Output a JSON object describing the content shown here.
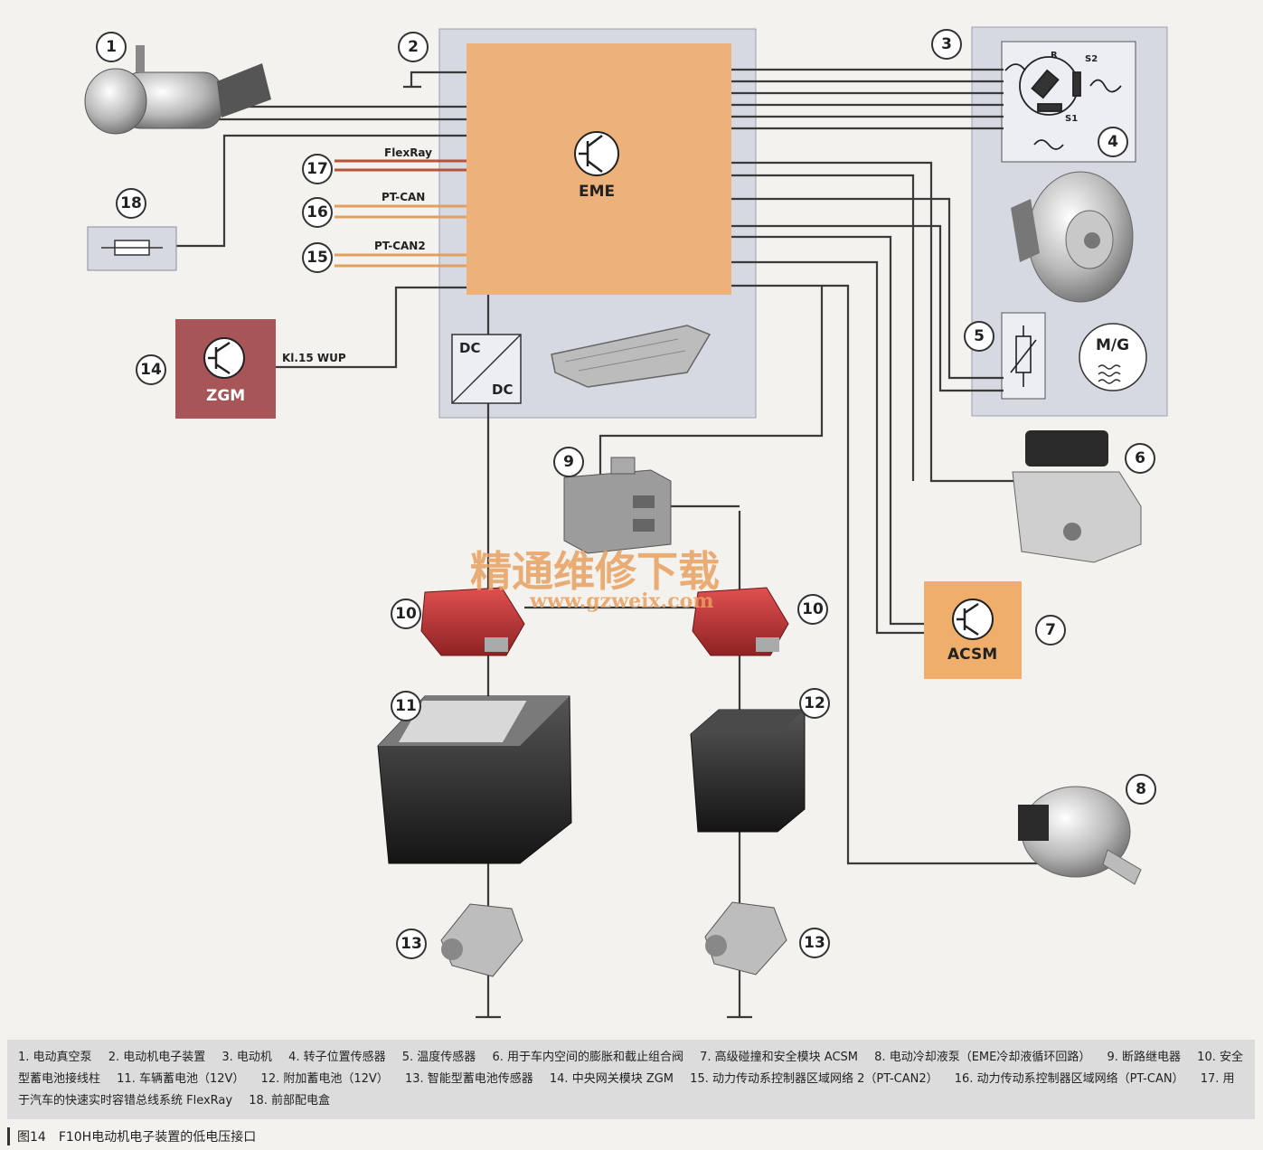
{
  "labels": {
    "eme": "EME",
    "zgm": "ZGM",
    "acsm": "ACSM",
    "mg": "M/G",
    "dc_top": "DC",
    "dc_bottom": "DC",
    "flexray": "FlexRay",
    "pt_can": "PT-CAN",
    "pt_can2": "PT-CAN2",
    "kl15": "Kl.15 WUP",
    "s1": "S1",
    "s2": "S2",
    "r": "R"
  },
  "numbers": [
    "1",
    "2",
    "3",
    "4",
    "5",
    "6",
    "7",
    "8",
    "9",
    "10",
    "10",
    "11",
    "12",
    "13",
    "13",
    "14",
    "15",
    "16",
    "17",
    "18"
  ],
  "legend": [
    "1. 电动真空泵",
    "2. 电动机电子装置",
    "3. 电动机",
    "4. 转子位置传感器",
    "5. 温度传感器",
    "6. 用于车内空间的膨胀和截止组合阀",
    "7. 高级碰撞和安全模块 ACSM",
    "8. 电动冷却液泵（EME冷却液循环回路）",
    "9. 断路继电器",
    "10. 安全型蓄电池接线柱",
    "11. 车辆蓄电池（12V）",
    "12. 附加蓄电池（12V）",
    "13. 智能型蓄电池传感器",
    "14. 中央网关模块 ZGM",
    "15. 动力传动系控制器区域网络 2（PT-CAN2）",
    "16. 动力传动系控制器区域网络（PT-CAN）",
    "17. 用于汽车的快速实时容错总线系统 FlexRay",
    "18. 前部配电盒"
  ],
  "caption": "图14　F10H电动机电子装置的低电压接口",
  "watermark": {
    "title": "精通维修下载",
    "url": "www.gzweix.com"
  },
  "colors": {
    "eme_block": "#edb27c",
    "eme_housing": "#d6d8e2",
    "zgm_block": "#a85558",
    "acsm_block": "#f0ae6c",
    "flexray_wire": "#b5543a",
    "can_wire": "#e0a060",
    "wire": "#3a3a3a",
    "terminal_red": "#c0393b"
  }
}
